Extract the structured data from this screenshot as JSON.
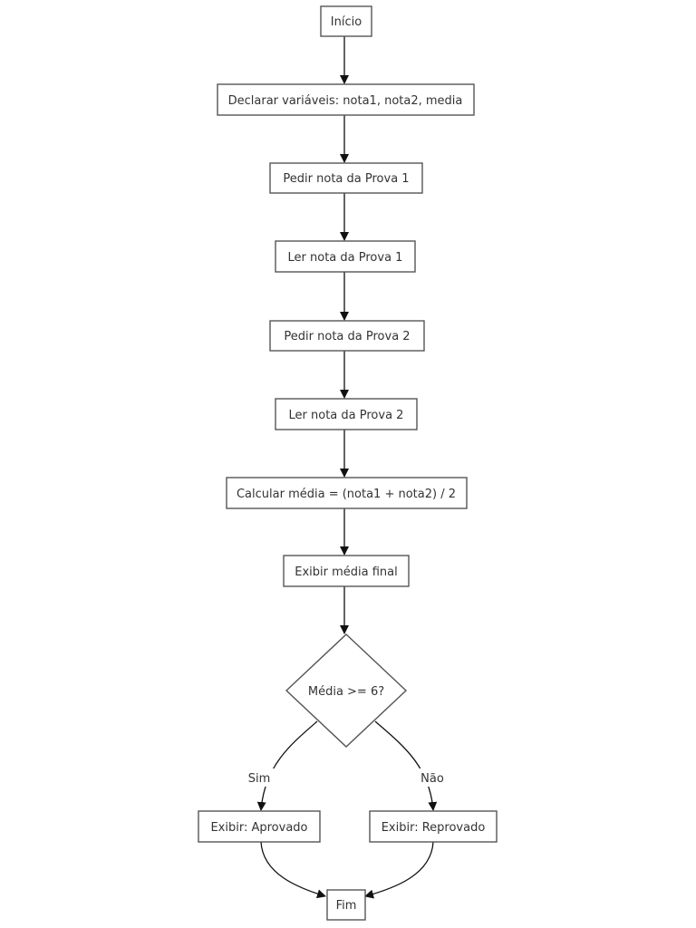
{
  "nodes": {
    "inicio": "Início",
    "declarar": "Declarar variáveis: nota1, nota2, media",
    "pedir1": "Pedir nota da Prova 1",
    "ler1": "Ler nota da Prova 1",
    "pedir2": "Pedir nota da Prova 2",
    "ler2": "Ler nota da Prova 2",
    "calcular": "Calcular média = (nota1 + nota2) / 2",
    "exibir_media": "Exibir média final",
    "decisao": "Média >= 6?",
    "aprovado": "Exibir: Aprovado",
    "reprovado": "Exibir: Reprovado",
    "fim": "Fim"
  },
  "edges": {
    "sim": "Sim",
    "nao": "Não"
  }
}
